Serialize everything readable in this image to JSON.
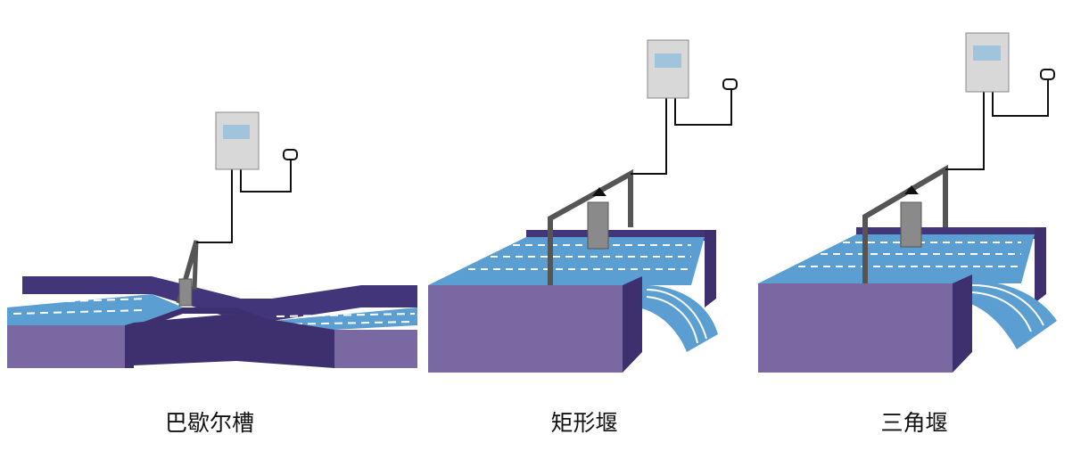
{
  "figures": [
    {
      "caption": "巴歇尔槽"
    },
    {
      "caption": "矩形堰"
    },
    {
      "caption": "三角堰"
    }
  ],
  "colors": {
    "channel_front": "#7a68a2",
    "channel_dark": "#3e2f6e",
    "channel_top": "#43357a",
    "water": "#5b9fd2",
    "water_dash": "#ffffff",
    "transmitter_box": "#d8d8d8",
    "transmitter_screen": "#9fc4dc",
    "sensor": "#8a8a8a",
    "bracket": "#555555"
  }
}
